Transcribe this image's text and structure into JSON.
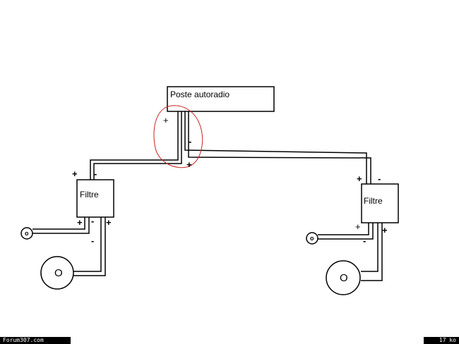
{
  "head_unit": {
    "label": "Poste autoradio"
  },
  "filters": {
    "left": {
      "label": "Filtre"
    },
    "right": {
      "label": "Filtre"
    }
  },
  "speakers": {
    "left_woofer": {
      "label": "O"
    },
    "right_woofer": {
      "label": "O"
    },
    "left_tweeter": {
      "label": "o"
    },
    "right_tweeter": {
      "label": "o"
    }
  },
  "polarity": {
    "plus": "+",
    "minus": "-"
  },
  "footer": {
    "site": "Forum307.com",
    "size": "17 ko"
  },
  "colors": {
    "wire": "#000000",
    "highlight_circle": "#cc2222"
  }
}
